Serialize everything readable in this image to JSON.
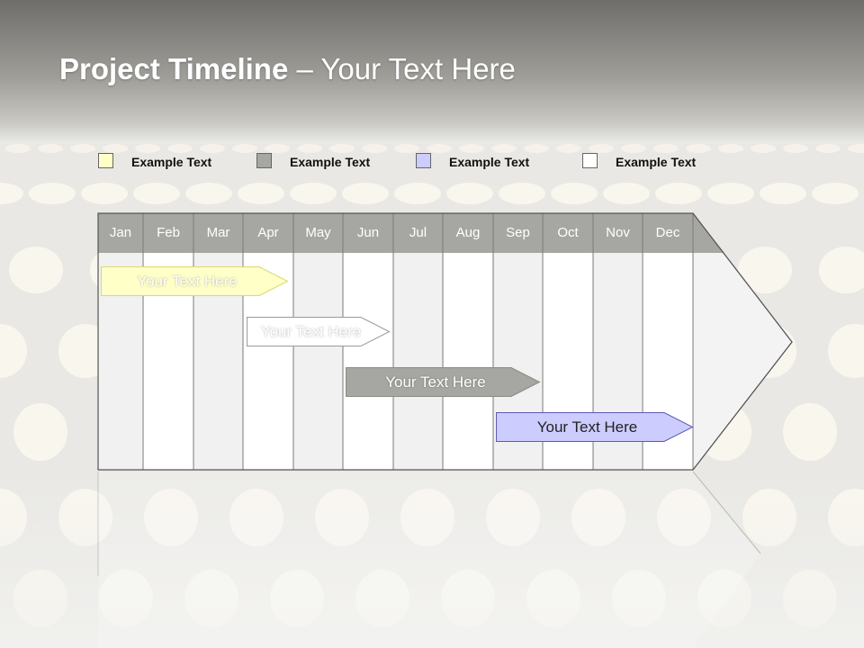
{
  "title": {
    "bold": "Project Timeline",
    "rest": " – Your Text Here"
  },
  "legend": [
    {
      "label": "Example Text",
      "color": "#ffffc8"
    },
    {
      "label": "Example Text",
      "color": "#a6a6a2"
    },
    {
      "label": "Example Text",
      "color": "#ccccff"
    },
    {
      "label": "Example Text",
      "color": "#ffffff"
    }
  ],
  "months": [
    "Jan",
    "Feb",
    "Mar",
    "Apr",
    "May",
    "Jun",
    "Jul",
    "Aug",
    "Sep",
    "Oct",
    "Nov",
    "Dec"
  ],
  "tasks": [
    {
      "label": "Your  Text Here",
      "start_month": "Jan",
      "end_month": "Apr",
      "fill": "#ffffc8",
      "stroke": "#d9d96a",
      "text_color": "#ffffff"
    },
    {
      "label": "Your  Text Here",
      "start_month": "Apr",
      "end_month": "Jun",
      "fill": "#ffffff",
      "stroke": "#9a9a9a",
      "text_color": "#ffffff"
    },
    {
      "label": "Your  Text Here",
      "start_month": "Jun",
      "end_month": "Sep",
      "fill": "#a6a6a2",
      "stroke": "#8a8a86",
      "text_color": "#ffffff"
    },
    {
      "label": "Your  Text Here",
      "start_month": "Sep",
      "end_month": "Dec",
      "fill": "#ccccff",
      "stroke": "#5a5ab4",
      "text_color": "#222222"
    }
  ],
  "colors": {
    "header_band": "#a2a19c",
    "month_header": "#a6a6a2",
    "column_light": "#f1f1f1",
    "column_white": "#ffffff",
    "dot": "#fbf7ee"
  }
}
